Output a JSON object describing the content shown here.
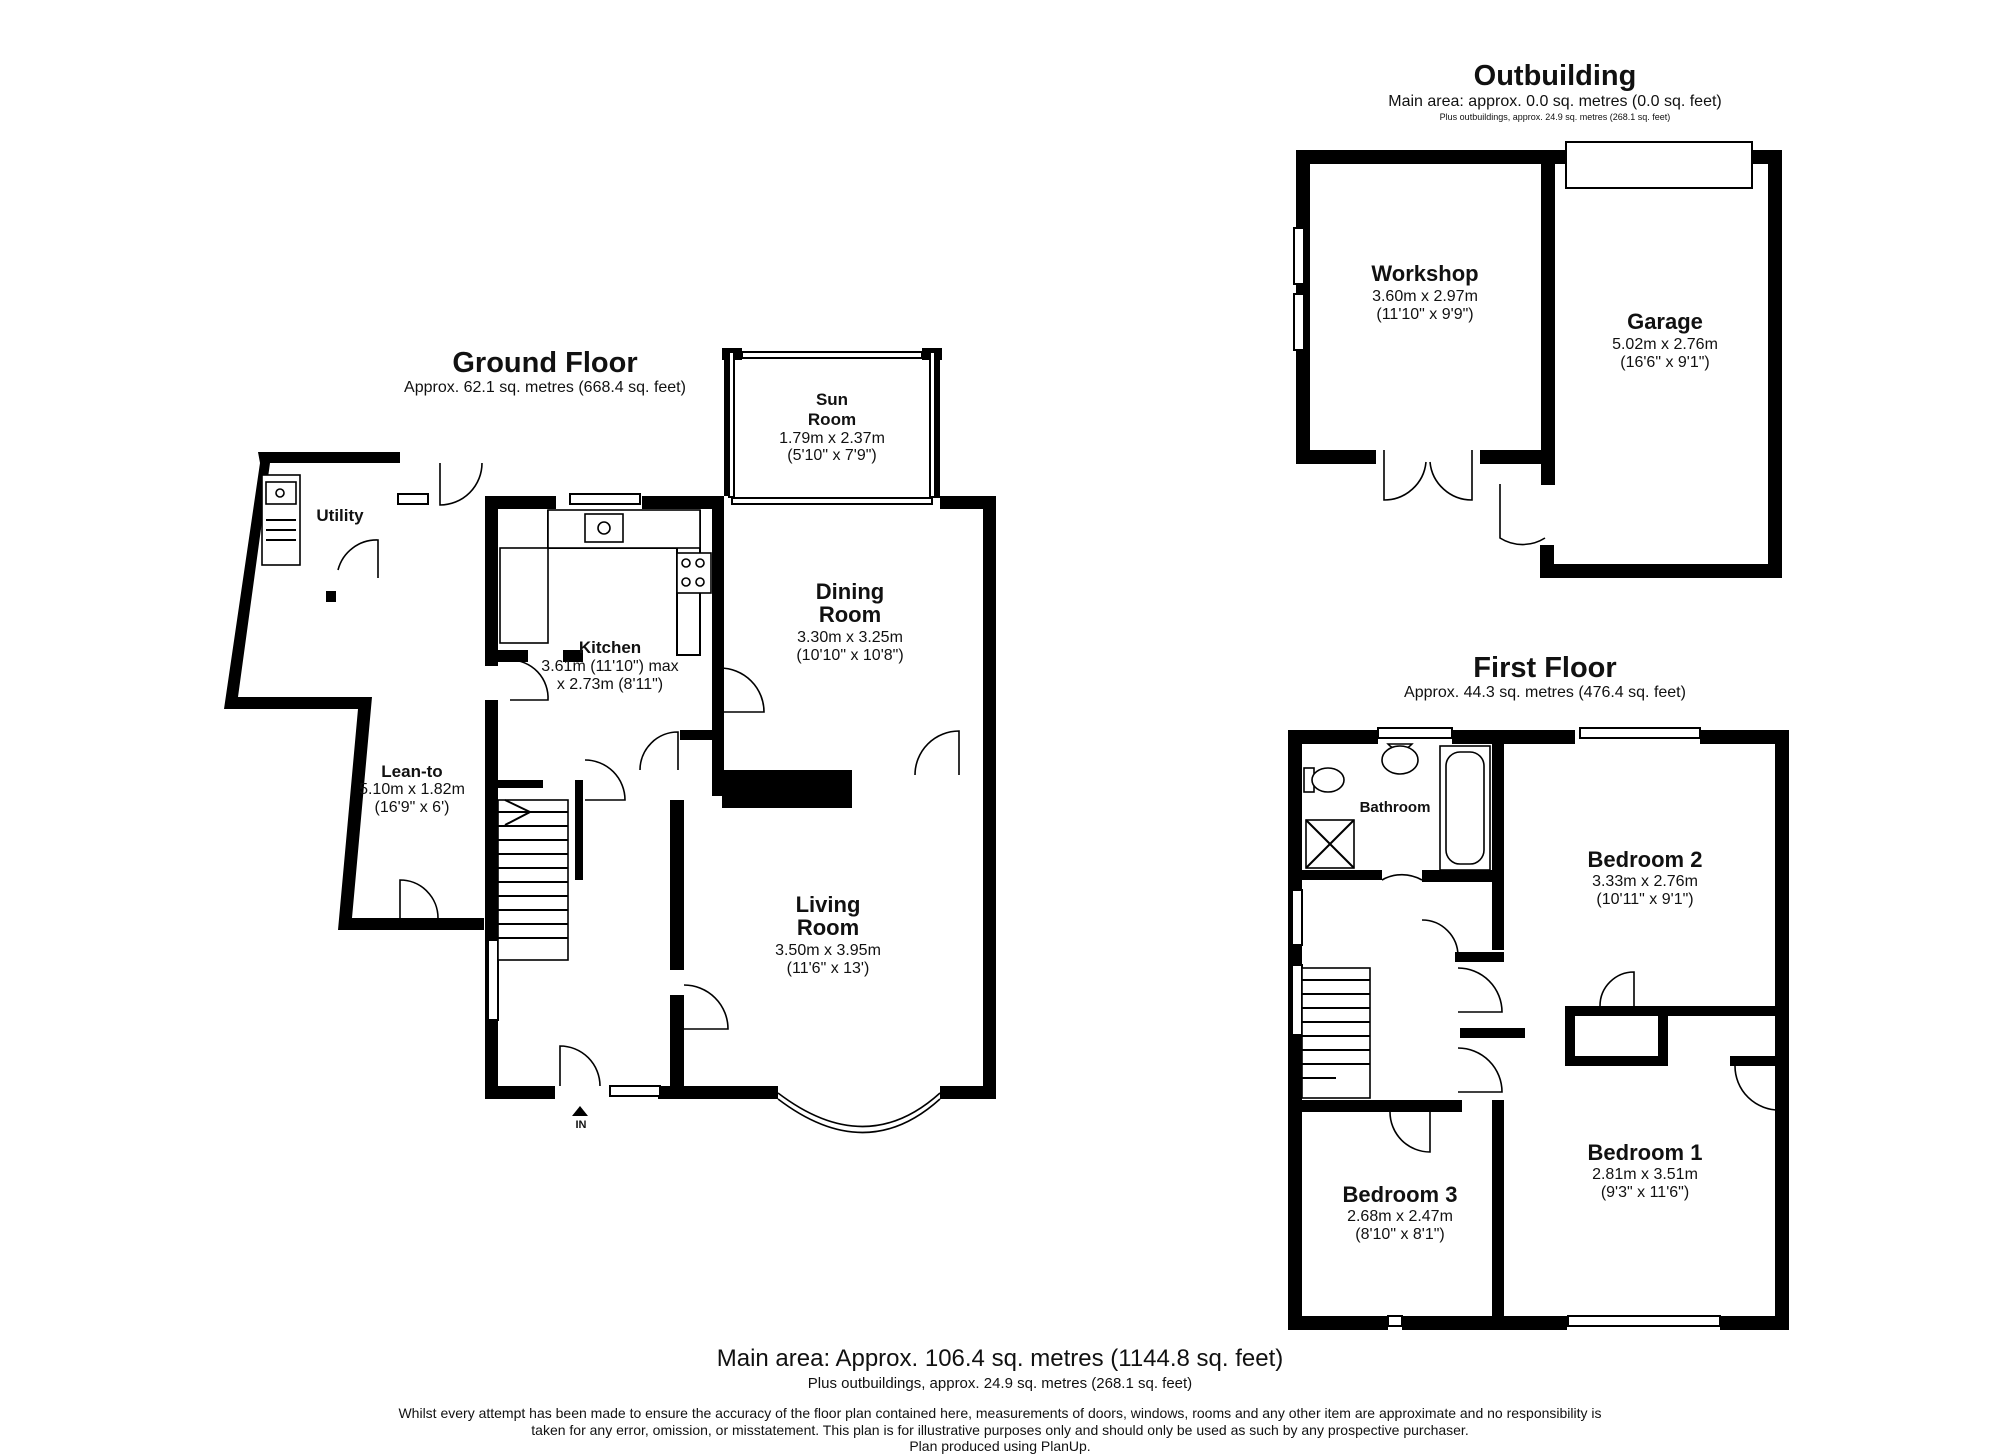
{
  "outbuilding": {
    "title": "Outbuilding",
    "area": "Main area: approx. 0.0 sq. metres (0.0 sq. feet)",
    "area_small": "Plus outbuildings, approx. 24.9 sq. metres (268.1 sq. feet)",
    "rooms": [
      {
        "name": "Workshop",
        "dim_m": "3.60m x 2.97m",
        "dim_ft": "(11'10\" x 9'9\")"
      },
      {
        "name": "Garage",
        "dim_m": "5.02m x 2.76m",
        "dim_ft": "(16'6\" x 9'1\")"
      }
    ]
  },
  "ground_floor": {
    "title": "Ground Floor",
    "area": "Approx. 62.1 sq. metres (668.4 sq. feet)",
    "entrance_label": "IN",
    "rooms": {
      "utility": {
        "name": "Utility"
      },
      "lean_to": {
        "name": "Lean-to",
        "dim_m": "5.10m x 1.82m",
        "dim_ft": "(16'9\" x 6')"
      },
      "kitchen": {
        "name": "Kitchen",
        "dim_m": "3.61m (11'10\") max",
        "dim_ft": "x 2.73m (8'11\")"
      },
      "sun_room": {
        "name_1": "Sun",
        "name_2": "Room",
        "dim_m": "1.79m x 2.37m",
        "dim_ft": "(5'10\" x 7'9\")"
      },
      "dining_room": {
        "name_1": "Dining",
        "name_2": "Room",
        "dim_m": "3.30m x 3.25m",
        "dim_ft": "(10'10\" x 10'8\")"
      },
      "living_room": {
        "name_1": "Living",
        "name_2": "Room",
        "dim_m": "3.50m x 3.95m",
        "dim_ft": "(11'6\" x 13')"
      }
    }
  },
  "first_floor": {
    "title": "First Floor",
    "area": "Approx. 44.3 sq. metres (476.4 sq. feet)",
    "rooms": {
      "bathroom": {
        "name": "Bathroom"
      },
      "bedroom_2": {
        "name": "Bedroom 2",
        "dim_m": "3.33m x 2.76m",
        "dim_ft": "(10'11\" x 9'1\")"
      },
      "bedroom_1": {
        "name": "Bedroom 1",
        "dim_m": "2.81m x 3.51m",
        "dim_ft": "(9'3\" x 11'6\")"
      },
      "bedroom_3": {
        "name": "Bedroom 3",
        "dim_m": "2.68m x 2.47m",
        "dim_ft": "(8'10\" x 8'1\")"
      }
    }
  },
  "footer": {
    "main_area": "Main area: Approx. 106.4 sq. metres (1144.8 sq. feet)",
    "plus_outbuildings": "Plus outbuildings, approx. 24.9 sq. metres (268.1 sq. feet)",
    "disclaimer_1": "Whilst every attempt has been made to ensure the accuracy of the floor plan contained here, measurements of doors, windows, rooms and any other item are approximate and no responsibility is",
    "disclaimer_2": "taken for any error, omission, or misstatement. This plan is for illustrative purposes only and should only be used as such by any prospective purchaser.",
    "disclaimer_3": "Plan produced using PlanUp."
  }
}
